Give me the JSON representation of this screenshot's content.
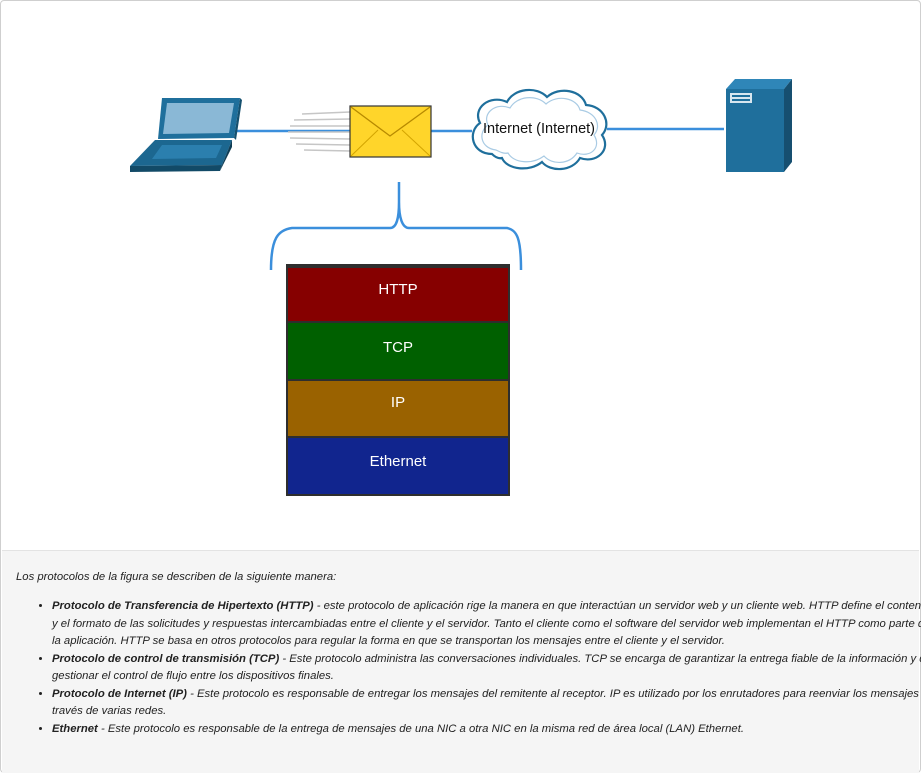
{
  "diagram": {
    "cloud_label": "Internet (Internet)",
    "layers": [
      {
        "name": "HTTP",
        "color": "#860000"
      },
      {
        "name": "TCP",
        "color": "#006000"
      },
      {
        "name": "IP",
        "color": "#9a6200"
      },
      {
        "name": "Ethernet",
        "color": "#11258e"
      }
    ],
    "link_color": "#3b8fdc",
    "device_color": "#1f6f9c"
  },
  "caption": {
    "intro": "Los protocolos de la figura se describen de la siguiente manera:",
    "items": [
      {
        "term": "Protocolo de Transferencia de Hipertexto (HTTP)",
        "desc": " - este protocolo de aplicación rige la manera en que interactúan un servidor web y un cliente web. HTTP define el contenido y el formato de las solicitudes y respuestas intercambiadas entre el cliente y el servidor. Tanto el cliente como el software del servidor web implementan el HTTP como parte de la aplicación. HTTP se basa en otros protocolos para regular la forma en que se transportan los mensajes entre el cliente y el servidor."
      },
      {
        "term": "Protocolo de control de transmisión (TCP)",
        "desc": " - Este protocolo administra las conversaciones individuales. TCP se encarga de garantizar la entrega fiable de la información y de gestionar el control de flujo entre los dispositivos finales."
      },
      {
        "term": "Protocolo de Internet (IP)",
        "desc": " - Este protocolo es responsable de entregar los mensajes del remitente al receptor. IP es utilizado por los enrutadores para reenviar los mensajes a través de varias redes."
      },
      {
        "term": "Ethernet",
        "desc": " - Este protocolo es responsable de la entrega de mensajes de una NIC a otra NIC en la misma red de área local (LAN) Ethernet."
      }
    ]
  }
}
